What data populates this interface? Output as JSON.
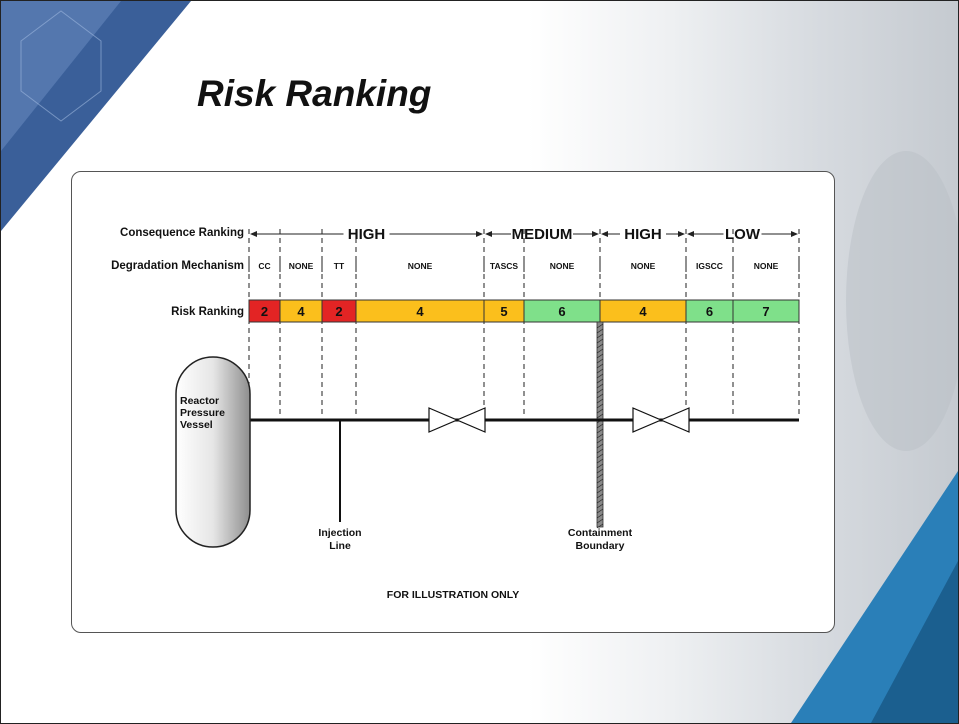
{
  "slide": {
    "title": "Risk Ranking"
  },
  "diagram": {
    "row_labels": {
      "consequence": "Consequence Ranking",
      "degradation": "Degradation Mechanism",
      "risk": "Risk Ranking"
    },
    "consequence": [
      {
        "label": "HIGH",
        "color": "#8b2f2f"
      },
      {
        "label": "MEDIUM",
        "color": "#8b2f2f"
      },
      {
        "label": "HIGH",
        "color": "#8b2f2f"
      },
      {
        "label": "LOW",
        "color": "#8b2f2f"
      }
    ],
    "mechanisms": [
      "CC",
      "NONE",
      "TT",
      "NONE",
      "TASCS",
      "NONE",
      "NONE",
      "IGSCC",
      "NONE"
    ],
    "risk_segments": [
      {
        "value": "2",
        "color": "#e32424"
      },
      {
        "value": "4",
        "color": "#fbbf1c"
      },
      {
        "value": "2",
        "color": "#e32424"
      },
      {
        "value": "4",
        "color": "#fbbf1c"
      },
      {
        "value": "5",
        "color": "#fbbf1c"
      },
      {
        "value": "6",
        "color": "#7fe08a"
      },
      {
        "value": "4",
        "color": "#fbbf1c"
      },
      {
        "value": "6",
        "color": "#7fe08a"
      },
      {
        "value": "7",
        "color": "#7fe08a"
      }
    ],
    "vessel_label": [
      "Reactor",
      "Pressure",
      "Vessel"
    ],
    "injection_label": [
      "Injection",
      "Line"
    ],
    "containment_label": [
      "Containment",
      "Boundary"
    ],
    "footnote": "FOR ILLUSTRATION ONLY"
  }
}
